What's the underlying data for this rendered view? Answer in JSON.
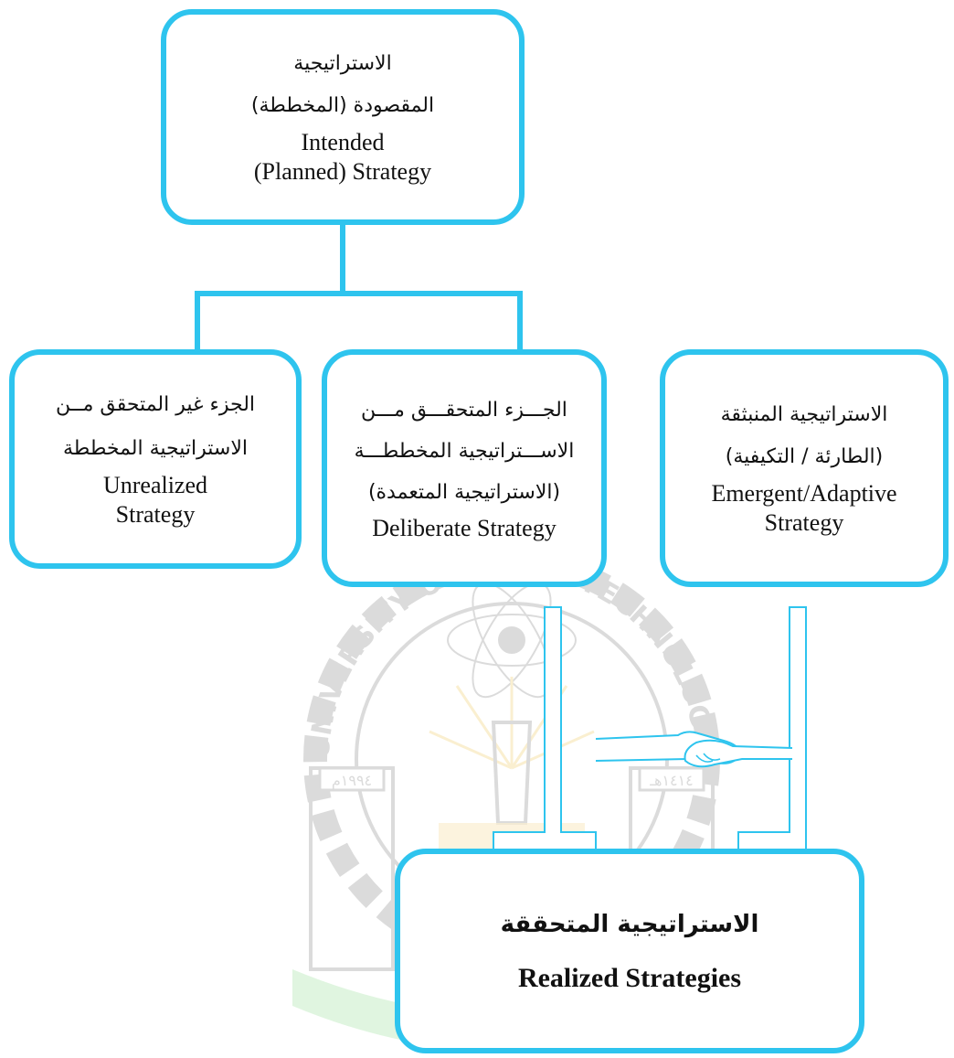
{
  "diagram": {
    "intended": {
      "ar_line1": "الاستراتيجية",
      "ar_line2": "المقصودة (المخططة)",
      "en_line1": "Intended",
      "en_line2": "(Planned) Strategy"
    },
    "unrealized": {
      "ar_line1": "الجزء غير المتحقق مــن",
      "ar_line2": "الاستراتيجية المخططة",
      "en_line1": "Unrealized",
      "en_line2": "Strategy"
    },
    "deliberate": {
      "ar_line1": "الجـــزء المتحقـــق مـــن",
      "ar_line2": "الاســـتراتيجية المخططـــة",
      "ar_line3": "(الاستراتيجية المتعمدة)",
      "en_line1": "Deliberate Strategy"
    },
    "emergent": {
      "ar_line1": "الاستراتيجية المنبثقة",
      "ar_line2": "(الطارئة / التكيفية)",
      "en_line1": "Emergent/Adaptive",
      "en_line2": "Strategy"
    },
    "realized": {
      "ar_line1": "الاستراتيجية المتحققة",
      "en_line1": "Realized Strategies"
    }
  },
  "watermark": {
    "curved_text_left": "UNIVERSITY O",
    "curved_text_right": "& TECHNOLOGY",
    "year_left": "١٩٩٤م",
    "year_right": "١٤١٤هـ"
  },
  "colors": {
    "box_border": "#2ec4ee",
    "watermark_gray": "#9a9a9a",
    "watermark_yellow": "#f3d27a",
    "watermark_green": "#6cd36c"
  },
  "icons": [
    "handshake-icon",
    "university-logo-watermark"
  ]
}
